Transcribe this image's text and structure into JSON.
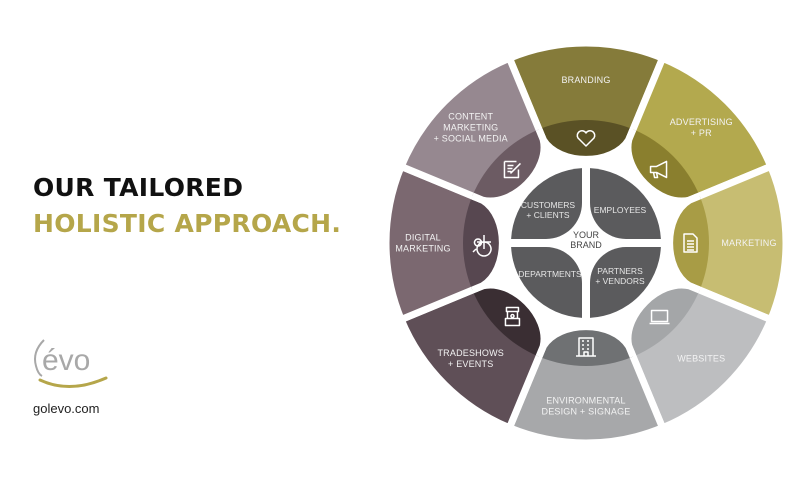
{
  "heading": {
    "line1": "OUR TAILORED",
    "line2": "HOLISTIC APPROACH."
  },
  "logo": {
    "text": "évo",
    "url": "golevo.com"
  },
  "colors": {
    "gold": "#b5a64a",
    "center": "#5b5b5d"
  },
  "center": {
    "title": [
      "YOUR",
      "BRAND"
    ],
    "quadrants": [
      {
        "lines": [
          "EMPLOYEES"
        ]
      },
      {
        "lines": [
          "PARTNERS",
          "+ VENDORS"
        ]
      },
      {
        "lines": [
          "DEPARTMENTS"
        ]
      },
      {
        "lines": [
          "CUSTOMERS",
          "+ CLIENTS"
        ]
      }
    ]
  },
  "segments": [
    {
      "id": "branding",
      "lines": [
        "BRANDING"
      ],
      "icon": "heart-icon",
      "light": "#857b3a",
      "dark": "#5a5125"
    },
    {
      "id": "advertising",
      "lines": [
        "ADVERTISING",
        "+ PR"
      ],
      "icon": "megaphone-icon",
      "light": "#b3a94e",
      "dark": "#8a7f2e"
    },
    {
      "id": "marketing",
      "lines": [
        "MARKETING"
      ],
      "icon": "document-icon",
      "light": "#c7bd72",
      "dark": "#a89c45"
    },
    {
      "id": "websites",
      "lines": [
        "WEBSITES"
      ],
      "icon": "laptop-icon",
      "light": "#bdbec0",
      "dark": "#a4a6a8"
    },
    {
      "id": "environmental",
      "lines": [
        "ENVIRONMENTAL",
        "DESIGN + SIGNAGE"
      ],
      "icon": "building-icon",
      "light": "#a7a8aa",
      "dark": "#6f7173"
    },
    {
      "id": "tradeshows",
      "lines": [
        "TRADESHOWS",
        "+ EVENTS"
      ],
      "icon": "booth-icon",
      "light": "#5f4f57",
      "dark": "#3a2e33"
    },
    {
      "id": "digital",
      "lines": [
        "DIGITAL",
        "MARKETING"
      ],
      "icon": "globe-search-icon",
      "light": "#7b6870",
      "dark": "#574750"
    },
    {
      "id": "content",
      "lines": [
        "CONTENT",
        "MARKETING",
        "+ SOCIAL MEDIA"
      ],
      "icon": "notepad-edit-icon",
      "light": "#968890",
      "dark": "#6c5b63"
    }
  ]
}
